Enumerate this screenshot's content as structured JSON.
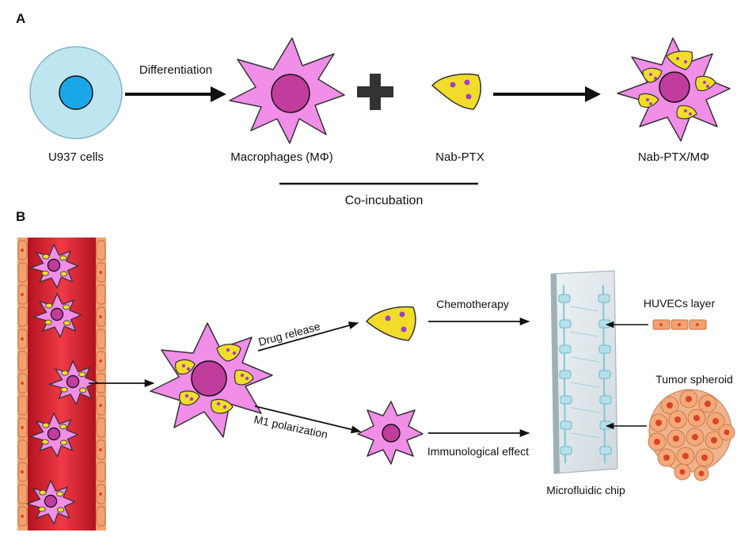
{
  "panels": {
    "a": "A",
    "b": "B"
  },
  "panel_a": {
    "u937_label": "U937 cells",
    "differentiation_label": "Differentiation",
    "macrophages_label": "Macrophages (MΦ)",
    "nabptx_label": "Nab-PTX",
    "nabptx_mphi_label": "Nab-PTX/MΦ",
    "coincubation_label": "Co-incubation"
  },
  "panel_b": {
    "drug_release_label": "Drug release",
    "chemotherapy_label": "Chemotherapy",
    "m1_polarization_label": "M1 polarization",
    "immunological_effect_label": "Immunological effect",
    "huvecs_label": "HUVECs layer",
    "tumor_spheroid_label": "Tumor spheroid",
    "microfluidic_chip_label": "Microfluidic chip"
  },
  "colors": {
    "u937_cytoplasm": "#bfe6f0",
    "u937_nucleus": "#1aa7e8",
    "macrophage_body": "#f08ee8",
    "macrophage_nucleus": "#c13d9d",
    "drug_yellow": "#f2dc2a",
    "drug_dot": "#a040c8",
    "vessel_red": "#e8283a",
    "endothelial": "#f4a170",
    "tumor_cell": "#f5a978",
    "chip_channel": "#7fc7d8"
  }
}
